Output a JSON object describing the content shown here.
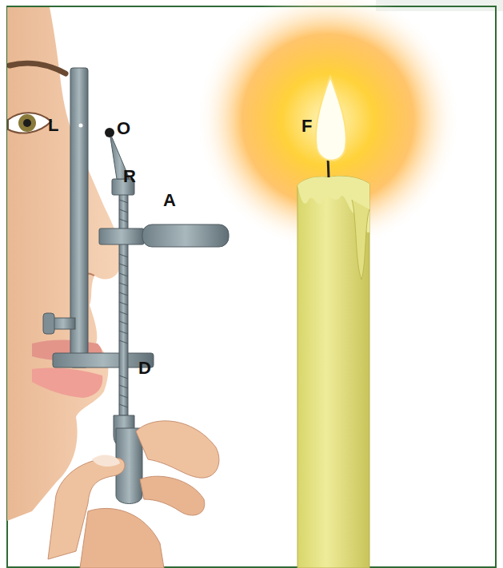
{
  "diagram": {
    "labels": [
      "L",
      "O",
      "R",
      "A",
      "F",
      "D"
    ]
  }
}
